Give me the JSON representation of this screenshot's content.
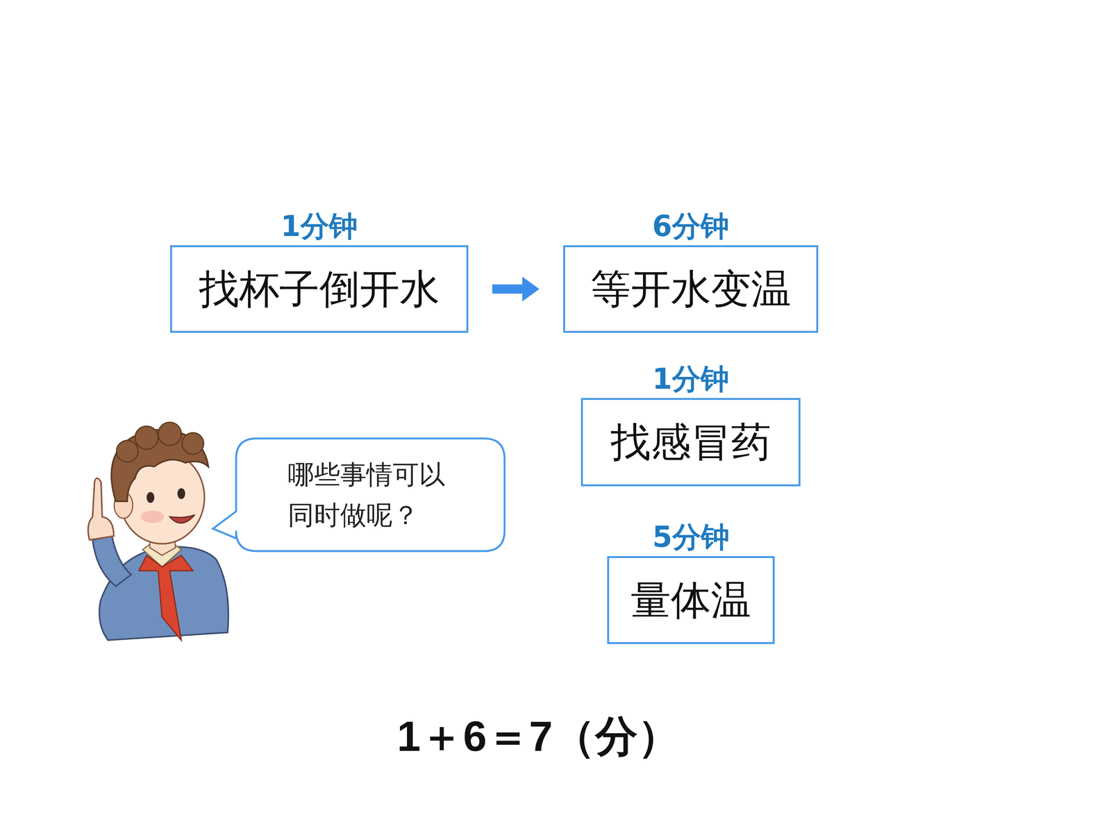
{
  "diagram": {
    "nodes": [
      {
        "text": [
          "1分钟",
          "找杯子倒开水"
        ]
      },
      {
        "text": [
          "6分钟",
          "等开水变温"
        ]
      },
      {
        "text": [
          "1分钟",
          "找感冒药"
        ]
      },
      {
        "text": [
          "5分钟",
          "量体温"
        ]
      },
      {
        "text": [
          "哪些事情可以 同时做呢？"
        ]
      }
    ],
    "edges": [
      {
        "from": 0,
        "to": 1,
        "arrow": "to"
      }
    ],
    "labels": [
      "1＋6＝7（分）"
    ]
  }
}
